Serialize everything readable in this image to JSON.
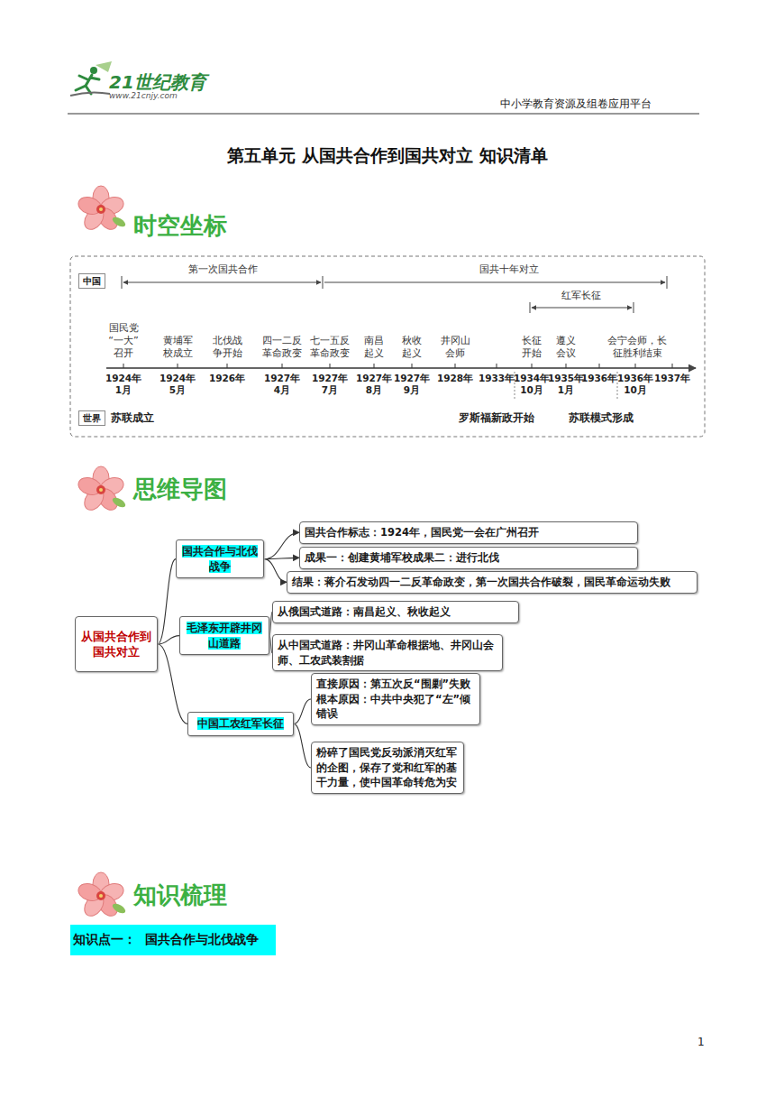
{
  "diagram": {
    "title": "第五单元 从国共合作到国共对立 知识清单",
    "nodes": [
      {
        "text": [
          "中国"
        ]
      },
      {
        "text": [
          "世界"
        ]
      },
      {
        "text": [
          "从国共合作到 国共对立"
        ]
      },
      {
        "text": [
          "国共合作与北伐 战争"
        ]
      },
      {
        "text": [
          "国共合作标志：1924年，国民党一会在广州召开"
        ]
      },
      {
        "text": [
          "成果一：创建黄埔军校成果二：进行北伐"
        ]
      },
      {
        "text": [
          "结果：蒋介石发动四一二反革命政变，第一次国共合作破裂，国民革命运动失败"
        ]
      },
      {
        "text": [
          "毛泽东开辟井冈 山道路"
        ]
      },
      {
        "text": [
          "从俄国式道路：南昌起义、秋收起义"
        ]
      },
      {
        "text": [
          "从中国式道路：井冈山革命根据地、井冈山会 师、工农武装割据"
        ]
      },
      {
        "text": [
          "中国工农红军长征"
        ]
      },
      {
        "text": [
          "直接原因：第五次反“围剿”失败",
          "根本原因：中共中央犯了“左”倾 错误"
        ]
      },
      {
        "text": [
          "粉碎了国民党反动派消灭红军 的企图，保存了党和红军的基 干力量，使中国革命转危为安"
        ]
      },
      {
        "text": [
          "知识点一：  国共合作与北伐战争"
        ]
      }
    ],
    "edges": [
      {
        "from": 2,
        "to": 3,
        "arrow": "none"
      },
      {
        "from": 2,
        "to": 7,
        "arrow": "none"
      },
      {
        "from": 2,
        "to": 10,
        "arrow": "none"
      },
      {
        "from": 3,
        "to": 4,
        "arrow": "to"
      },
      {
        "from": 3,
        "to": 5,
        "arrow": "to"
      },
      {
        "from": 3,
        "to": 6,
        "arrow": "to"
      },
      {
        "from": 7,
        "to": 8,
        "arrow": "none"
      },
      {
        "from": 7,
        "to": 9,
        "arrow": "none"
      },
      {
        "from": 10,
        "to": 11,
        "arrow": "none"
      },
      {
        "from": 10,
        "to": 12,
        "arrow": "none"
      }
    ],
    "labels": [
      "21世纪教育",
      "www.21cnjy.com",
      "中小学教育资源及组卷应用平台",
      "时空坐标",
      "第一次国共合作",
      "国共十年对立",
      "红军长征",
      "国民党 “一大” 召开",
      "黄埔军 校成立",
      "北伐战 争开始",
      "四一二反 革命政变",
      "七一五反 革命政变",
      "南昌 起义",
      "秋收 起义",
      "井冈山 会师",
      "长征 开始",
      "遵义 会议",
      "会宁会师，长 征胜利结束",
      "1924年 1月",
      "1924年 5月",
      "1926年",
      "1927年 4月",
      "1927年 7月",
      "1927年 8月",
      "1927年 9月",
      "1928年",
      "1933年",
      "1934年 10月",
      "1935年 1月",
      "1936年",
      "1936年 10月",
      "1937年",
      "苏联成立",
      "罗斯福新政开始",
      "苏联模式形成",
      "思维导图",
      "知识梳理",
      "1"
    ]
  }
}
